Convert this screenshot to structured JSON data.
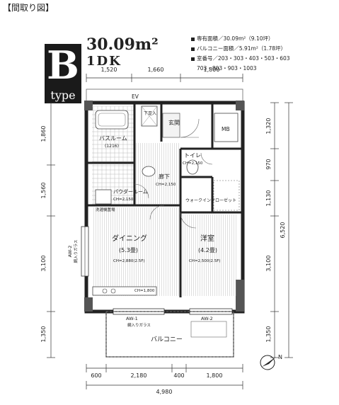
{
  "header": {
    "title": "【間取り図】"
  },
  "plan": {
    "type_letter": "B",
    "type_word": "type",
    "area": "30.09m²",
    "layout": "1DK",
    "specs": {
      "exclusive_area": "専有面積／30.09m²（9.10坪）",
      "balcony_area": "バルコニー面積／5.91m²（1.78坪）",
      "room_numbers": "室番号／203・303・403・503・603",
      "room_numbers_2": "703・803・903・1003"
    },
    "dimensions_top": [
      "1,520",
      "1,660",
      "1,800"
    ],
    "dimensions_bottom": [
      "600",
      "2,180",
      "400",
      "1,800"
    ],
    "dimension_total_width": "4,980",
    "dimensions_left": [
      "1,860",
      "1,560",
      "3,100",
      "1,350"
    ],
    "dimensions_right": [
      "1,320",
      "970",
      "1,130",
      "3,100",
      "1,350"
    ],
    "dimension_total_height": "6,520",
    "rooms": {
      "ev": "EV",
      "entrance": "玄関",
      "shoebox": "下足入",
      "mb": "MB",
      "bathroom": "バスルーム",
      "bathroom_size": "(1216)",
      "toilet": "トイレ",
      "toilet_ch": "CH=2,150",
      "corridor": "廊下",
      "corridor_ch": "CH=2,150",
      "powder_room": "パウダールーム",
      "powder_ch": "CH=2,150",
      "washer": "洗濯機置場",
      "wic": "ウォークインクローゼット",
      "dining": "ダイニング",
      "dining_size": "(5.3畳)",
      "dining_ch": "CH=2,880(2.5F)",
      "bedroom": "洋室",
      "bedroom_size": "(4.2畳)",
      "bedroom_ch": "CH=2,500(2.5F)",
      "balcony": "バルコニー",
      "ch_1800": "CH=1,800"
    },
    "windows": {
      "aw1": "AW-1",
      "aw1_note": "網入りガラス",
      "aw2": "AW-2",
      "aw2_note": "網入りガラス"
    },
    "north_symbol": "N"
  }
}
